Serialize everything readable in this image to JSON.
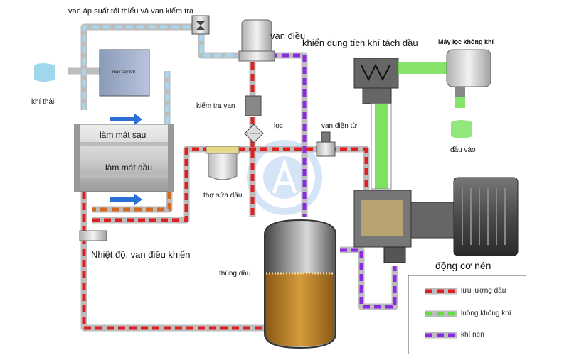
{
  "title": "",
  "labels": {
    "min_pressure_check_valve": "van áp suất tối thiểu và van kiểm tra",
    "control_valve": "van điều",
    "separator": "khiển dung tích khí tách dầu",
    "air_filter": "Máy lọc không khí",
    "dryer": "máy sấy khí",
    "exhaust": "khí thải",
    "check_valve": "kiểm tra van",
    "after_cooler": "làm mát sau",
    "oil_cooler": "làm mát dầu",
    "filter": "lọc",
    "solenoid_valve": "van điện từ",
    "air_inlet": "đầu vào",
    "oil_filter": "thợ sửa dầu",
    "thermal_valve": "Nhiệt độ. van điều khiển",
    "oil_tank": "thùng dầu",
    "compressor_motor": "động cơ nén"
  },
  "legend": [
    {
      "label": "lưu lượng dầu",
      "color": "#e02020"
    },
    {
      "label": "luồng không khí",
      "color": "#66dd44"
    },
    {
      "label": "khí nén",
      "color": "#8a2be2"
    }
  ],
  "colors": {
    "oil": "#e02020",
    "air": "#66dd44",
    "compressed_air": "#8a2be2",
    "cold_air": "#a8d8f0",
    "pipe": "#c8c8c8",
    "hot_air_arrow": "#2a6fd6",
    "oil_liquid": "#c98a2a"
  }
}
